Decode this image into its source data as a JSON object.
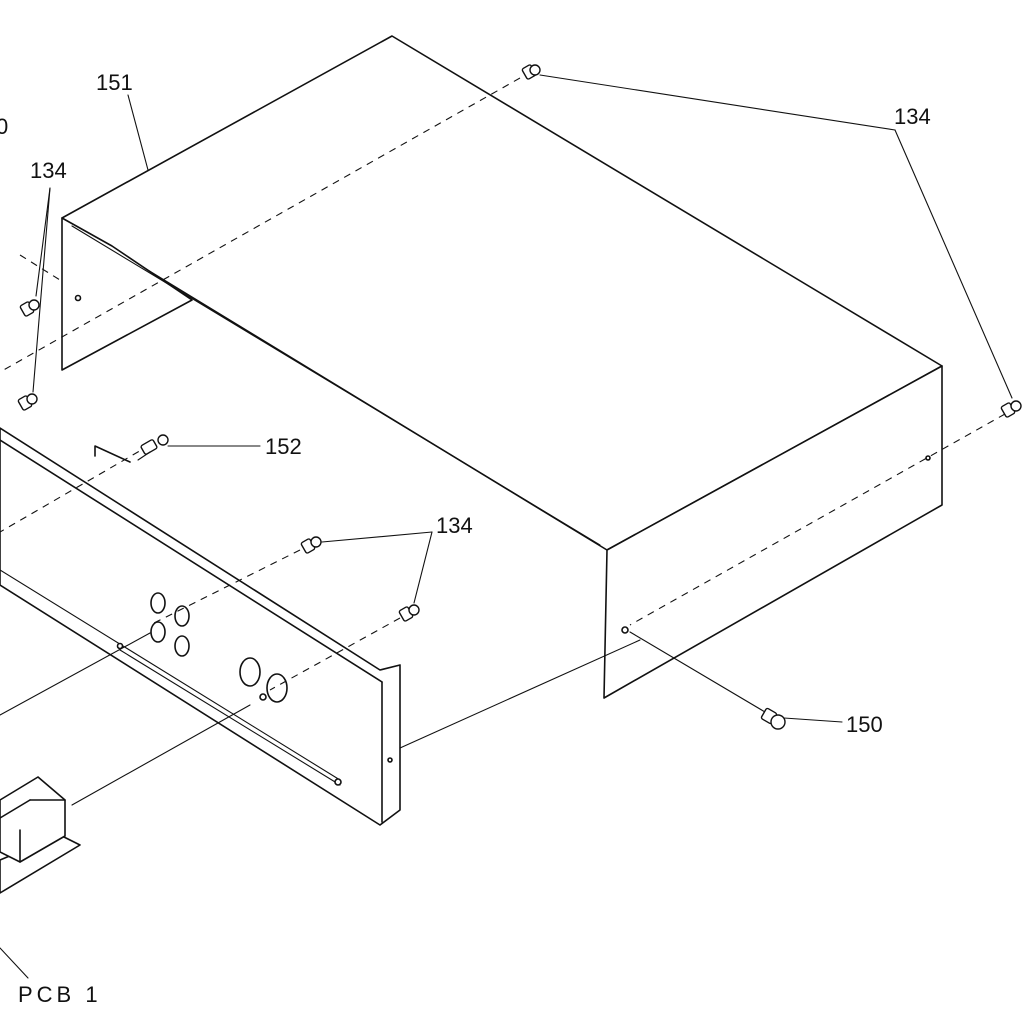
{
  "labels": {
    "cover": "151",
    "screw_top_right": "134",
    "screw_left": "134",
    "screw_front": "134",
    "spacer": "152",
    "side_screw": "150",
    "board": "PCB 1",
    "partial_left": "0"
  }
}
